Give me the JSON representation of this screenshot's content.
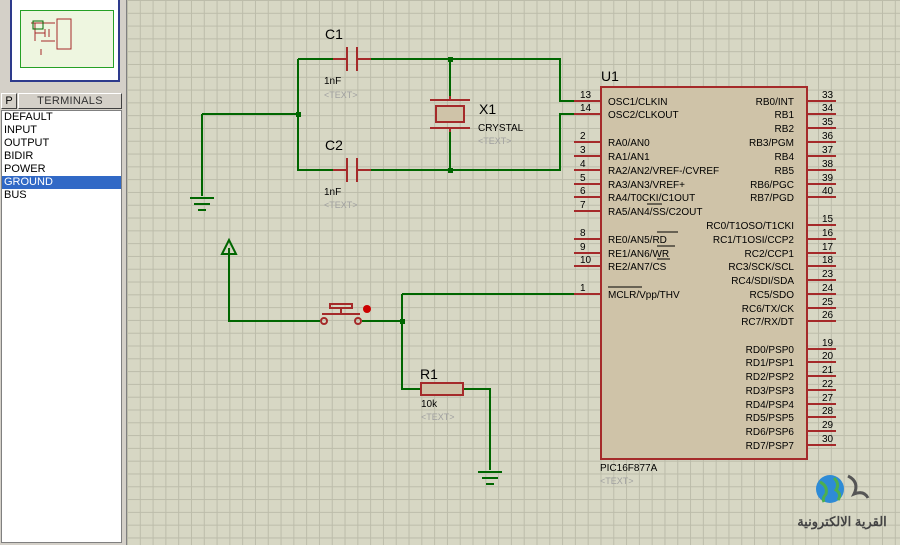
{
  "terminals_panel": {
    "mode_button": "P",
    "title": "TERMINALS",
    "items": [
      "DEFAULT",
      "INPUT",
      "OUTPUT",
      "BIDIR",
      "POWER",
      "GROUND",
      "BUS"
    ],
    "selected": "GROUND"
  },
  "components": {
    "c1": {
      "ref": "C1",
      "value": "1nF",
      "text": "<TEXT>"
    },
    "c2": {
      "ref": "C2",
      "value": "1nF",
      "text": "<TEXT>"
    },
    "x1": {
      "ref": "X1",
      "value": "CRYSTAL",
      "text": "<TEXT>"
    },
    "r1": {
      "ref": "R1",
      "value": "10k",
      "text": "<TEXT>"
    },
    "u1": {
      "ref": "U1",
      "part": "PIC16F877A",
      "text": "<TEXT>",
      "left_pins": [
        {
          "num": "13",
          "name": "OSC1/CLKIN"
        },
        {
          "num": "14",
          "name": "OSC2/CLKOUT"
        },
        {
          "num": "2",
          "name": "RA0/AN0"
        },
        {
          "num": "3",
          "name": "RA1/AN1"
        },
        {
          "num": "4",
          "name": "RA2/AN2/VREF-/CVREF"
        },
        {
          "num": "5",
          "name": "RA3/AN3/VREF+"
        },
        {
          "num": "6",
          "name": "RA4/T0CKI/C1OUT"
        },
        {
          "num": "7",
          "name": "RA5/AN4/SS/C2OUT"
        },
        {
          "num": "8",
          "name": "RE0/AN5/RD"
        },
        {
          "num": "9",
          "name": "RE1/AN6/WR"
        },
        {
          "num": "10",
          "name": "RE2/AN7/CS"
        },
        {
          "num": "1",
          "name": "MCLR/Vpp/THV"
        }
      ],
      "right_pins": [
        {
          "num": "33",
          "name": "RB0/INT"
        },
        {
          "num": "34",
          "name": "RB1"
        },
        {
          "num": "35",
          "name": "RB2"
        },
        {
          "num": "36",
          "name": "RB3/PGM"
        },
        {
          "num": "37",
          "name": "RB4"
        },
        {
          "num": "38",
          "name": "RB5"
        },
        {
          "num": "39",
          "name": "RB6/PGC"
        },
        {
          "num": "40",
          "name": "RB7/PGD"
        },
        {
          "num": "15",
          "name": "RC0/T1OSO/T1CKI"
        },
        {
          "num": "16",
          "name": "RC1/T1OSI/CCP2"
        },
        {
          "num": "17",
          "name": "RC2/CCP1"
        },
        {
          "num": "18",
          "name": "RC3/SCK/SCL"
        },
        {
          "num": "23",
          "name": "RC4/SDI/SDA"
        },
        {
          "num": "24",
          "name": "RC5/SDO"
        },
        {
          "num": "25",
          "name": "RC6/TX/CK"
        },
        {
          "num": "26",
          "name": "RC7/RX/DT"
        },
        {
          "num": "19",
          "name": "RD0/PSP0"
        },
        {
          "num": "20",
          "name": "RD1/PSP1"
        },
        {
          "num": "21",
          "name": "RD2/PSP2"
        },
        {
          "num": "22",
          "name": "RD3/PSP3"
        },
        {
          "num": "27",
          "name": "RD4/PSP4"
        },
        {
          "num": "28",
          "name": "RD5/PSP5"
        },
        {
          "num": "29",
          "name": "RD6/PSP6"
        },
        {
          "num": "30",
          "name": "RD7/PSP7"
        }
      ]
    }
  },
  "watermark": {
    "text": "القرية الالكترونية",
    "icon": "globe-icon"
  },
  "colors": {
    "wire": "#006600",
    "component": "#a52a2a",
    "ic_fill": "#cfc3a8",
    "label": "#000000",
    "placeholder": "#a0a0a0"
  }
}
